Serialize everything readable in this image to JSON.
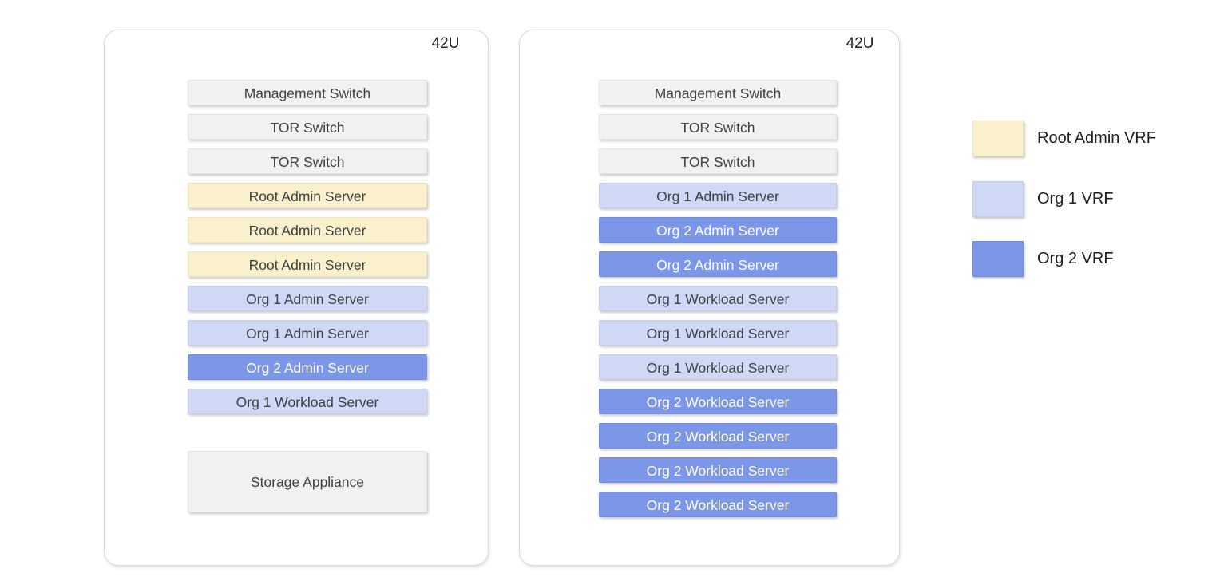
{
  "racks": [
    {
      "label": "42U",
      "units": [
        {
          "name": "Management Switch",
          "type": "switch"
        },
        {
          "name": "TOR Switch",
          "type": "switch"
        },
        {
          "name": "TOR Switch",
          "type": "switch"
        },
        {
          "name": "Root Admin Server",
          "type": "root-admin-vrf"
        },
        {
          "name": "Root Admin Server",
          "type": "root-admin-vrf"
        },
        {
          "name": "Root Admin Server",
          "type": "root-admin-vrf"
        },
        {
          "name": "Org 1 Admin Server",
          "type": "org1-vrf"
        },
        {
          "name": "Org 1 Admin Server",
          "type": "org1-vrf"
        },
        {
          "name": "Org 2 Admin Server",
          "type": "org2-vrf"
        },
        {
          "name": "Org 1 Workload Server",
          "type": "org1-vrf"
        },
        {
          "name": "Storage Appliance",
          "type": "storage"
        }
      ]
    },
    {
      "label": "42U",
      "units": [
        {
          "name": "Management Switch",
          "type": "switch"
        },
        {
          "name": "TOR Switch",
          "type": "switch"
        },
        {
          "name": "TOR Switch",
          "type": "switch"
        },
        {
          "name": "Org 1 Admin Server",
          "type": "org1-vrf"
        },
        {
          "name": "Org 2 Admin Server",
          "type": "org2-vrf"
        },
        {
          "name": "Org 2 Admin Server",
          "type": "org2-vrf"
        },
        {
          "name": "Org 1 Workload Server",
          "type": "org1-vrf"
        },
        {
          "name": "Org 1 Workload Server",
          "type": "org1-vrf"
        },
        {
          "name": "Org 1 Workload Server",
          "type": "org1-vrf"
        },
        {
          "name": "Org 2 Workload Server",
          "type": "org2-vrf"
        },
        {
          "name": "Org 2 Workload Server",
          "type": "org2-vrf"
        },
        {
          "name": "Org 2 Workload Server",
          "type": "org2-vrf"
        },
        {
          "name": "Org 2 Workload Server",
          "type": "org2-vrf"
        }
      ]
    }
  ],
  "legend": {
    "items": [
      {
        "label": "Root Admin VRF",
        "color": "#faf0cb"
      },
      {
        "label": "Org 1 VRF",
        "color": "#cfd9f6"
      },
      {
        "label": "Org 2 VRF",
        "color": "#7c96e8"
      }
    ]
  },
  "colors": {
    "management_network_line": "#ae1c1c",
    "data_network_line": "#5f6368",
    "rack_unit_gray": "#f1f1f1"
  }
}
